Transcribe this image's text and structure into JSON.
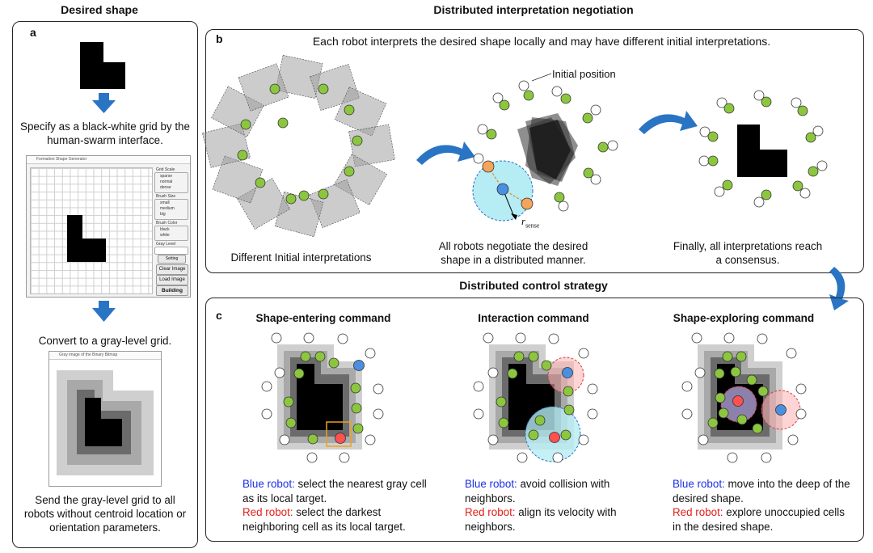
{
  "headers": {
    "desired_shape": "Desired shape",
    "negotiation": "Distributed interpretation negotiation",
    "control": "Distributed control strategy"
  },
  "panel_letters": {
    "a": "a",
    "b": "b",
    "c": "c"
  },
  "panel_a": {
    "step1": "Specify as a black-white grid by the human-swarm interface.",
    "step2": "Convert to a gray-level grid.",
    "step3": "Send the gray-level grid to all robots without centroid location or orientation parameters.",
    "app_window": {
      "title": "Formation Shape Generator",
      "groups": [
        {
          "label": "Grid Scale",
          "options": [
            "sparse",
            "normal",
            "dense"
          ]
        },
        {
          "label": "Brush Size",
          "options": [
            "small",
            "medium",
            "big"
          ]
        },
        {
          "label": "Brush Color",
          "options": [
            "black",
            "white"
          ]
        },
        {
          "label": "Gray Level",
          "options": []
        }
      ],
      "buttons": {
        "small": "Setting",
        "clear": "Clear Image",
        "load": "Load Image",
        "build": "Building"
      }
    },
    "gray_window": {
      "title": "Gray image of the Binary Bitmap"
    }
  },
  "panel_b": {
    "intro": "Each robot interprets the desired shape locally and may have different initial interpretations.",
    "initial_position_label": "Initial position",
    "r_main": "r",
    "r_sub": "sense",
    "cap1": "Different Initial interpretations",
    "cap2": "All robots negotiate the desired shape in a distributed manner.",
    "cap3": "Finally, all interpretations reach a consensus."
  },
  "panel_c": {
    "cols": [
      {
        "title": "Shape-entering command",
        "blue_label": "Blue robot:",
        "blue_text": " select the nearest gray cell as its local target.",
        "red_label": "Red robot:",
        "red_text": " select the darkest neighboring cell as its local target."
      },
      {
        "title": "Interaction command",
        "blue_label": "Blue robot:",
        "blue_text": " avoid collision with neighbors.",
        "red_label": "Red robot:",
        "red_text": " align its velocity with neighbors."
      },
      {
        "title": "Shape-exploring command",
        "blue_label": "Blue robot:",
        "blue_text": " move into the deep of the desired shape.",
        "red_label": "Red robot:",
        "red_text": " explore unoccupied cells in the desired shape."
      }
    ]
  },
  "colors": {
    "robot_green": "#8cc63f",
    "arrow_blue": "#2a74c4",
    "sense_circle": "#b6ecf3",
    "orange_robot": "#f5a45b"
  }
}
